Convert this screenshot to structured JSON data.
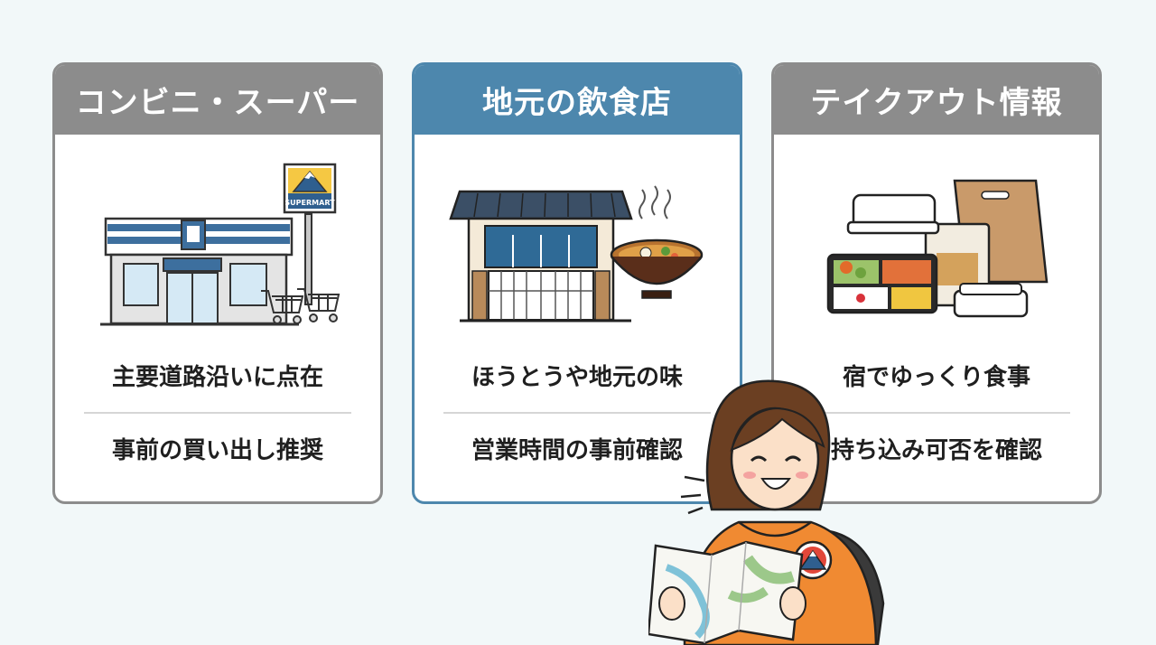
{
  "cards": [
    {
      "title": "コンビニ・スーパー",
      "sign": "SUPERMART",
      "illustration_icon": "convenience-store-icon",
      "lines": [
        "主要道路沿いに点在",
        "事前の買い出し推奨"
      ]
    },
    {
      "title": "地元の飲食店",
      "illustration_icon": "restaurant-and-noodle-bowl-icon",
      "lines": [
        "ほうとうや地元の味",
        "営業時間の事前確認"
      ]
    },
    {
      "title": "テイクアウト情報",
      "illustration_icon": "takeout-containers-icon",
      "lines": [
        "宿でゆっくり食事",
        "持ち込み可否を確認"
      ]
    }
  ],
  "colors": {
    "background": "#f2f8f9",
    "card_border_gray": "#8c8c8c",
    "card_border_blue": "#4d87ad",
    "accent_orange": "#f08a32"
  }
}
